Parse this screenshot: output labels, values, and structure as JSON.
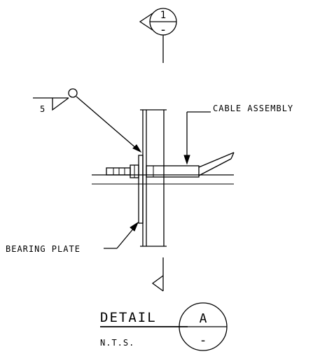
{
  "section_marker": {
    "number": "1",
    "sheet": "-"
  },
  "weld_symbol": {
    "size": "5"
  },
  "callouts": {
    "cable_assembly": "CABLE ASSEMBLY",
    "bearing_plate": "BEARING PLATE"
  },
  "detail": {
    "title": "DETAIL",
    "scale": "N.T.S.",
    "letter": "A",
    "sheet": "-"
  }
}
